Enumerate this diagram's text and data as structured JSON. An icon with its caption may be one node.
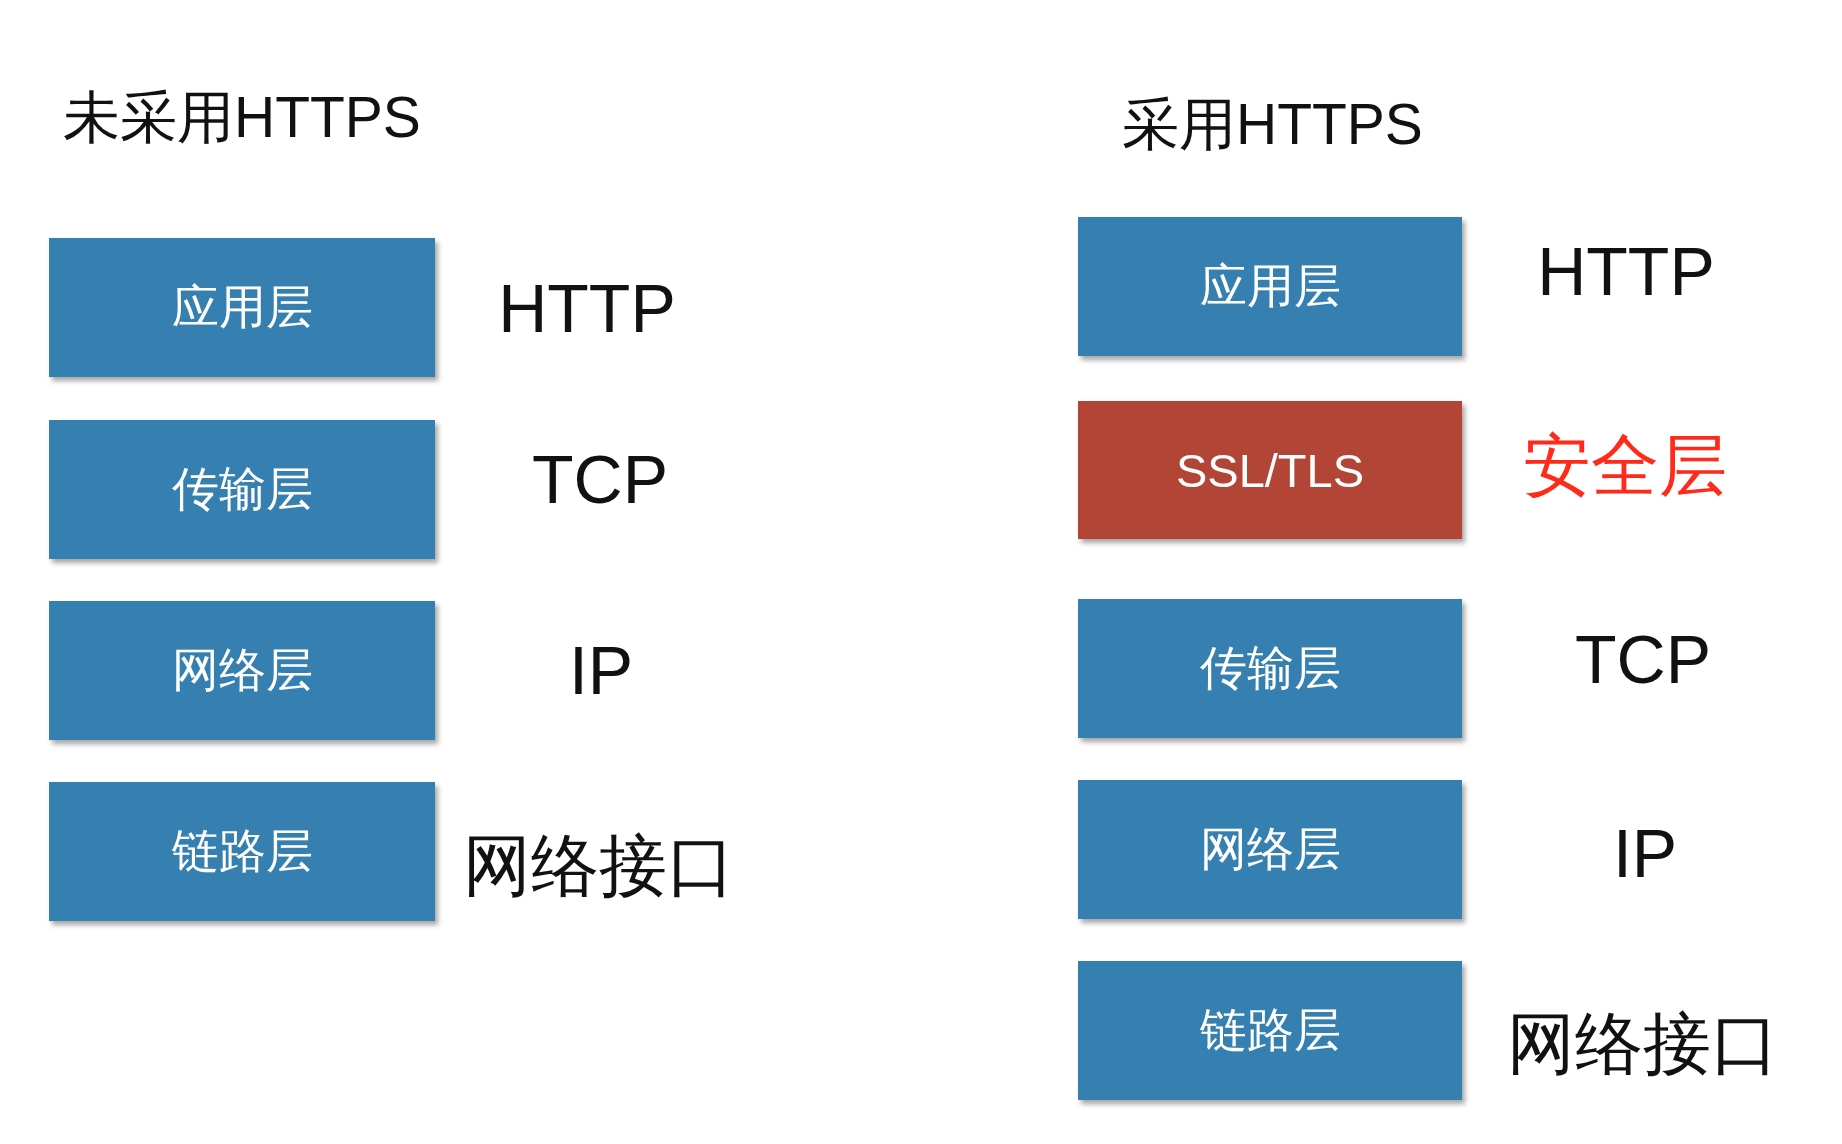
{
  "diagram": {
    "nodes": [
      {
        "text": [
          "应用层"
        ],
        "beside": [
          "HTTP"
        ]
      },
      {
        "text": [
          "传输层"
        ],
        "beside": [
          "TCP"
        ]
      },
      {
        "text": [
          "网络层"
        ],
        "beside": [
          "IP"
        ]
      },
      {
        "text": [
          "链路层"
        ],
        "beside": [
          "网络接口"
        ]
      },
      {
        "text": [
          "应用层"
        ],
        "beside": [
          "HTTP"
        ]
      },
      {
        "text": [
          "SSL/TLS"
        ],
        "beside": [
          "安全层"
        ]
      },
      {
        "text": [
          "传输层"
        ],
        "beside": [
          "TCP"
        ]
      },
      {
        "text": [
          "网络层"
        ],
        "beside": [
          "IP"
        ]
      },
      {
        "text": [
          "链路层"
        ],
        "beside": [
          "网络接口"
        ]
      }
    ],
    "labels": [
      "未采用HTTPS",
      "采用HTTPS"
    ]
  }
}
